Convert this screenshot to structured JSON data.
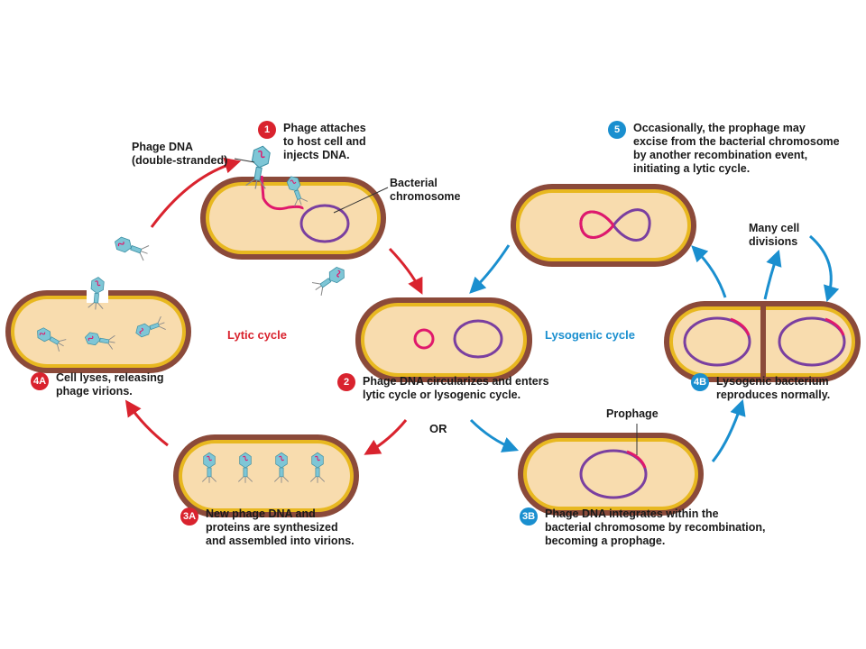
{
  "colors": {
    "red_arrow": "#d9232e",
    "blue_arrow": "#1a8fcf",
    "cell_outer": "#8b4a3a",
    "cell_border": "#e8b820",
    "cell_fill": "#f8dcae",
    "chromosome": "#7a3fa0",
    "phage_dna": "#e0186c",
    "phage_head": "#7ec6d6"
  },
  "icons": [
    "bacterium-cell",
    "phage-virion",
    "bacterial-chromosome",
    "phage-dna",
    "arrow"
  ],
  "labels": {
    "phage_dna": "Phage DNA\n(double-stranded)",
    "bacterial_chromosome": "Bacterial\nchromosome",
    "lytic_cycle": "Lytic cycle",
    "lysogenic_cycle": "Lysogenic cycle",
    "or": "OR",
    "prophage": "Prophage",
    "many_cell_divisions": "Many cell\ndivisions"
  },
  "steps": {
    "s1": {
      "badge": "1",
      "text": "Phage attaches\nto host cell and\ninjects DNA."
    },
    "s2": {
      "badge": "2",
      "text": "Phage DNA circularizes and enters\nlytic cycle or lysogenic cycle."
    },
    "s3a": {
      "badge": "3A",
      "text": "New phage DNA and\nproteins are synthesized\nand assembled into virions."
    },
    "s3b": {
      "badge": "3B",
      "text": "Phage DNA integrates within the\nbacterial chromosome by recombination,\nbecoming a prophage."
    },
    "s4a": {
      "badge": "4A",
      "text": "Cell lyses, releasing\nphage virions."
    },
    "s4b": {
      "badge": "4B",
      "text": "Lysogenic bacterium\nreproduces normally."
    },
    "s5": {
      "badge": "5",
      "text": "Occasionally, the prophage may\nexcise from the bacterial chromosome\nby another recombination event,\ninitiating a lytic cycle."
    }
  }
}
